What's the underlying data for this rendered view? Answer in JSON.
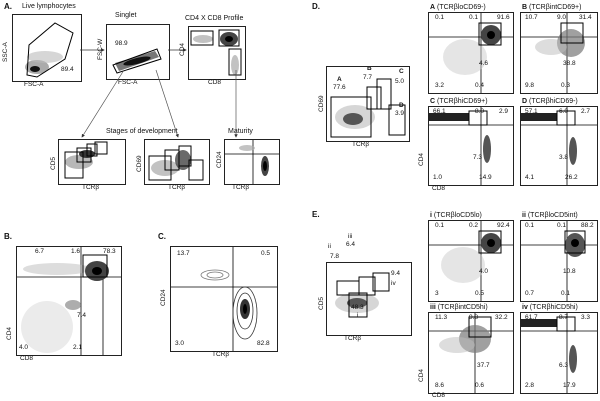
{
  "panelA": {
    "letter": "A.",
    "titles": {
      "live": "Live lymphocytes",
      "singlet": "Singlet",
      "profile": "CD4 X CD8 Profile",
      "stages": "Stages of development",
      "maturity": "Maturity"
    },
    "axes": {
      "p1_y": "SSC-A",
      "p1_x": "FSC-A",
      "p2_y": "FSC-W",
      "p2_x": "FSC-A",
      "p3_y": "CD4",
      "p3_x": "CD8",
      "p4_y": "CD5",
      "p4_x": "TCRβ",
      "p5_y": "CD69",
      "p5_x": "TCRβ",
      "p6_y": "CD24",
      "p6_x": "TCRβ"
    },
    "values": {
      "live": "89.4",
      "singlet": "98.9"
    }
  },
  "panelB": {
    "letter": "B.",
    "axes": {
      "y": "CD4",
      "x": "CD8"
    },
    "values": {
      "tl": "6.7",
      "tm": "1.6",
      "tr": "78.3",
      "mid": "7.4",
      "bl": "4.0",
      "bm": "2.1"
    }
  },
  "panelC": {
    "letter": "C.",
    "axes": {
      "y": "CD24",
      "x": "TCRβ"
    },
    "values": {
      "tl": "13.7",
      "tr": "0.5",
      "bl": "3.0",
      "br": "82.8"
    }
  },
  "panelD": {
    "letter": "D.",
    "overview": {
      "axes": {
        "y": "CD69",
        "x": "TCRβ"
      },
      "gates": {
        "A": "A",
        "B": "B",
        "C": "C",
        "D": "D"
      },
      "values": {
        "A": "77.6",
        "B": "7.7",
        "C": "5.0",
        "D": "3.9"
      }
    },
    "axes": {
      "y": "CD4",
      "x": "CD8"
    },
    "sub": [
      {
        "letter": "A",
        "label": "(TCRβloCD69-)",
        "tl": "0.1",
        "tm": "0.1",
        "tr": "91.6",
        "mid": "4.6",
        "bl": "3.2",
        "bm": "0.4"
      },
      {
        "letter": "B",
        "label": "(TCRβintCD69+)",
        "tl": "10.7",
        "tm": "9.0",
        "tr": "31.4",
        "mid": "38.8",
        "bl": "9.8",
        "bm": "0.3"
      },
      {
        "letter": "C",
        "label": "(TCRβhiCD69+)",
        "tl": "66.1",
        "tm": "8.0",
        "tr": "2.9",
        "mid": "7.3",
        "bl": "1.0",
        "bm": "14.9"
      },
      {
        "letter": "D",
        "label": "(TCRβhiCD69-)",
        "tl": "57.1",
        "tm": "6.0",
        "tr": "2.7",
        "mid": "3.8",
        "bl": "4.1",
        "bm": "26.2"
      }
    ]
  },
  "panelE": {
    "letter": "E.",
    "overview": {
      "axes": {
        "y": "CD5",
        "x": "TCRβ"
      },
      "gates": {
        "i": "i",
        "ii": "ii",
        "iii": "iii",
        "iv": "iv"
      },
      "values": {
        "i": "48.3",
        "ii": "7.8",
        "iii": "6.4",
        "iv": "9.4"
      }
    },
    "axes": {
      "y": "CD4",
      "x": "CD8"
    },
    "sub": [
      {
        "letter": "i",
        "label": "(TCRβloCD5lo)",
        "tl": "0.1",
        "tm": "0.2",
        "tr": "92.4",
        "mid": "4.0",
        "bl": "3",
        "bm": "0.5"
      },
      {
        "letter": "ii",
        "label": "(TCRβloCD5int)",
        "tl": "0.1",
        "tm": "0.1",
        "tr": "88.2",
        "mid": "10.8",
        "bl": "0.7",
        "bm": "0.1"
      },
      {
        "letter": "iii",
        "label": "(TCRβintCD5hi)",
        "tl": "11.3",
        "tm": "9.8",
        "tr": "32.2",
        "mid": "37.7",
        "bl": "8.6",
        "bm": "0.6"
      },
      {
        "letter": "iv",
        "label": "(TCRβhiCD5hi)",
        "tl": "61.7",
        "tm": "8.7",
        "tr": "3.3",
        "mid": "6.3",
        "bl": "2.8",
        "bm": "17.9"
      }
    ]
  }
}
